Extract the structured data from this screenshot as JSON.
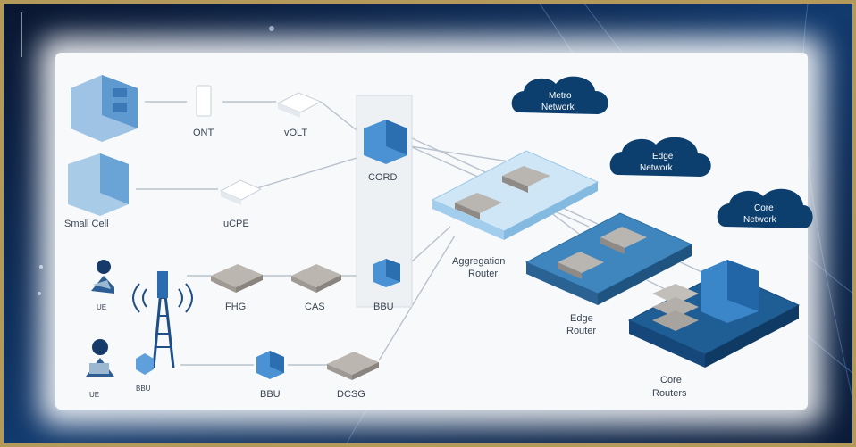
{
  "nodes": {
    "ont": "ONT",
    "volt": "vOLT",
    "cord": "CORD",
    "small_cell": "Small Cell",
    "ucpe": "uCPE",
    "ue_top": "UE",
    "fhg": "FHG",
    "cas": "CAS",
    "bbu_middle": "BBU",
    "ue_bottom": "UE",
    "bbu_tower": "BBU",
    "bbu_bottom": "BBU",
    "dcsg": "DCSG",
    "aggregation_router": [
      "Aggregation",
      "Router"
    ],
    "edge_router": [
      "Edge",
      "Router"
    ],
    "core_routers": [
      "Core",
      "Routers"
    ]
  },
  "clouds": {
    "metro": [
      "Metro",
      "Network"
    ],
    "edge": [
      "Edge",
      "Network"
    ],
    "core": [
      "Core",
      "Network"
    ]
  },
  "colors": {
    "cloud": "#0c3f6e",
    "platform_light": "#cfe6f6",
    "platform_dark": "#2f6f9f",
    "chip": "#b9b5b0",
    "server_blue": "#3b86c8",
    "frame": "#b39a5a"
  }
}
